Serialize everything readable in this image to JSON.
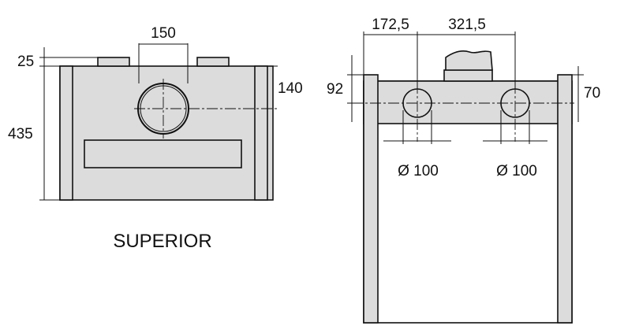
{
  "diagram": {
    "top_view": {
      "title": "SUPERIOR",
      "dims": {
        "flue_width": "150",
        "top_offset": "25",
        "flue_depth": "140",
        "total_depth": "435"
      }
    },
    "side_view": {
      "dims": {
        "outlet_left_offset": "172,5",
        "outlet_spacing": "321,5",
        "left_height": "92",
        "right_height": "70",
        "outlet_diameter_left": "Ø 100",
        "outlet_diameter_right": "Ø 100"
      }
    }
  },
  "colors": {
    "panel_fill": "#dcdcdc",
    "line": "#111111",
    "background": "#ffffff"
  }
}
